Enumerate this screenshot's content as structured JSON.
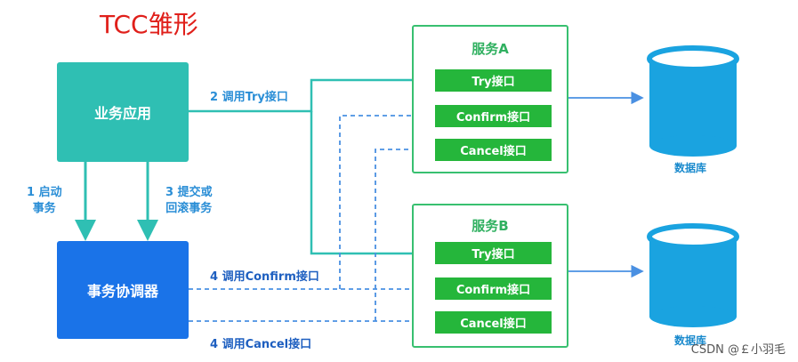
{
  "title": "TCC雏形",
  "app_box": "业务应用",
  "coordinator_box": "事务协调器",
  "step1": [
    "1 启动",
    "事务"
  ],
  "step2": "2 调用Try接口",
  "step3": [
    "3 提交或",
    "回滚事务"
  ],
  "step4_confirm": "4 调用Confirm接口",
  "step4_cancel": "4 调用Cancel接口",
  "service_a": {
    "title": "服务A",
    "buttons": [
      "Try接口",
      "Confirm接口",
      "Cancel接口"
    ],
    "db": "数据库"
  },
  "service_b": {
    "title": "服务B",
    "buttons": [
      "Try接口",
      "Confirm接口",
      "Cancel接口"
    ],
    "db": "数据库"
  },
  "watermark": "CSDN @￡小羽毛",
  "colors": {
    "title": "#e0201b",
    "app": "#2fbfb3",
    "coordinator": "#1a73e8",
    "service_border": "#38c070",
    "button": "#25b63b",
    "arrow_solid": "#2fbfb3",
    "arrow_dashed": "#4a90e2",
    "db": "#1aa3e0"
  }
}
